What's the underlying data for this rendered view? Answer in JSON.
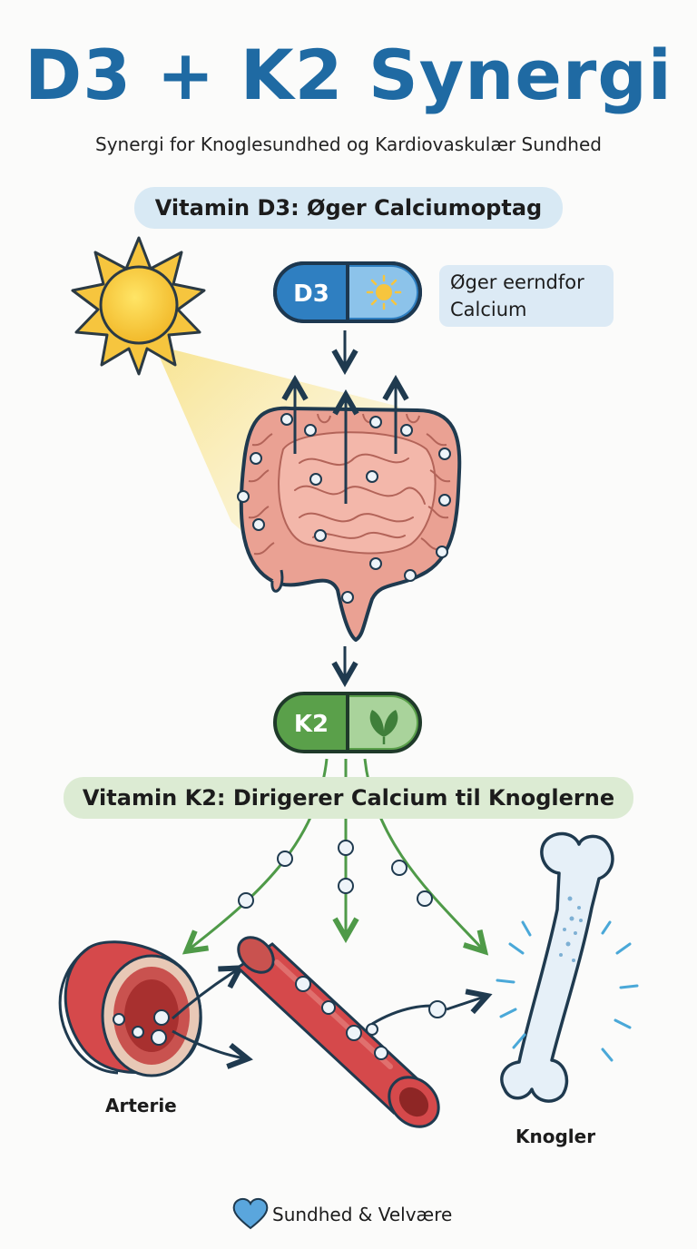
{
  "header": {
    "title": "D3 + K2 Synergi",
    "subtitle": "Synergi for Knoglesundhed og Kardiovaskulær Sundhed"
  },
  "d3_section": {
    "heading": "Vitamin D3: Øger Calciumoptag",
    "capsule_label": "D3",
    "note_line1": "Øger eerndfor",
    "note_line2": "Calcium"
  },
  "k2_section": {
    "heading": "Vitamin K2: Dirigerer Calcium til Knoglerne",
    "capsule_label": "K2"
  },
  "labels": {
    "artery": "Arterie",
    "bones": "Knogler"
  },
  "footer": {
    "brand": "Sundhed & Velvære"
  },
  "colors": {
    "title": "#1f6aa3",
    "d3_capsule": "#2f7fc1",
    "k2_capsule": "#5aa04a",
    "intestine": "#eaa193",
    "artery": "#d5494b",
    "bone": "#e6f0f8",
    "arrow_dark": "#1f3a4f",
    "arrow_green": "#4f9a48"
  },
  "icons": [
    "sun-icon",
    "leaf-icon",
    "heart-icon",
    "calcium-particle-icon"
  ]
}
